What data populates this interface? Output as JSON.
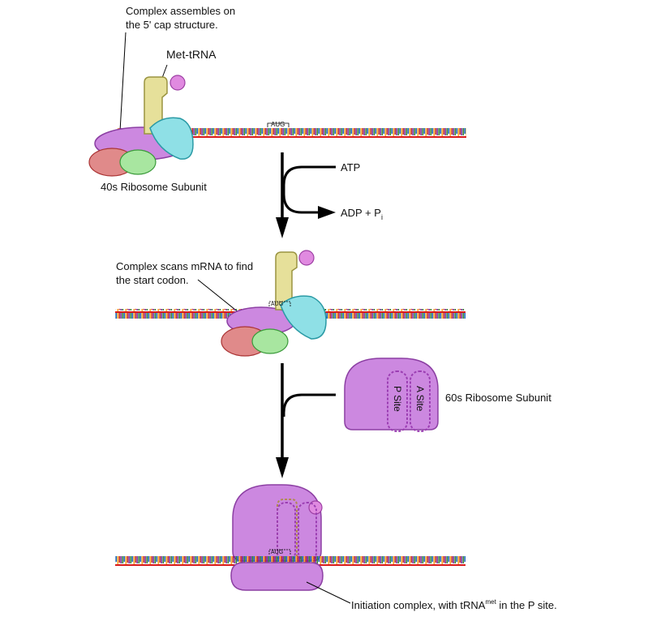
{
  "labels": {
    "cap_note_line1": "Complex assembles on",
    "cap_note_line2": "the 5' cap structure.",
    "met_trna": "Met-tRNA",
    "aug": "AUG",
    "subunit_40s": "40s Ribosome Subunit",
    "atp": "ATP",
    "adp_pi_main": "ADP + P",
    "adp_pi_sub": "i",
    "scan_line1": "Complex scans mRNA to find",
    "scan_line2": "the start codon.",
    "p_site": "P Site",
    "a_site": "A Site",
    "subunit_60s": "60s Ribosome Subunit",
    "init_main": "Initiation complex, with tRNA",
    "init_sup": "met",
    "init_end": " in the P site."
  },
  "colors": {
    "mrna_backbone": "#d81b1b",
    "mrna_base_palette": [
      "#2e7d32",
      "#1565c0",
      "#f9a825",
      "#c62828",
      "#6a1b9a"
    ],
    "ribosome_purple": "#cc88e0",
    "ribosome_stroke": "#8c3fa3",
    "trna_tan": "#e6e09a",
    "methionine": "#e08ae0",
    "factor_cyan": "#8fe0e6",
    "factor_pink": "#e08a8a",
    "factor_green": "#a8e6a0",
    "arrow": "#000000"
  }
}
